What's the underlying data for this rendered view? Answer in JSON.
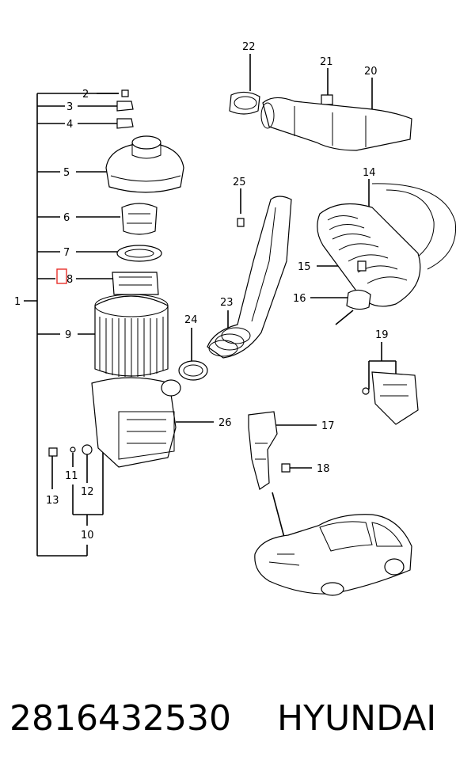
{
  "callouts": {
    "c1": "1",
    "c2": "2",
    "c3": "3",
    "c4": "4",
    "c5": "5",
    "c6": "6",
    "c7": "7",
    "c8": "8",
    "c9": "9",
    "c10": "10",
    "c11": "11",
    "c12": "12",
    "c13": "13",
    "c14": "14",
    "c15": "15",
    "c16": "16",
    "c17": "17",
    "c18": "18",
    "c19": "19",
    "c20": "20",
    "c21": "21",
    "c22": "22",
    "c23": "23",
    "c24": "24",
    "c25": "25",
    "c26": "26"
  },
  "highlight_color": "#e8302a",
  "footer": {
    "part_number": "2816432530",
    "brand": "HYUNDAI"
  }
}
